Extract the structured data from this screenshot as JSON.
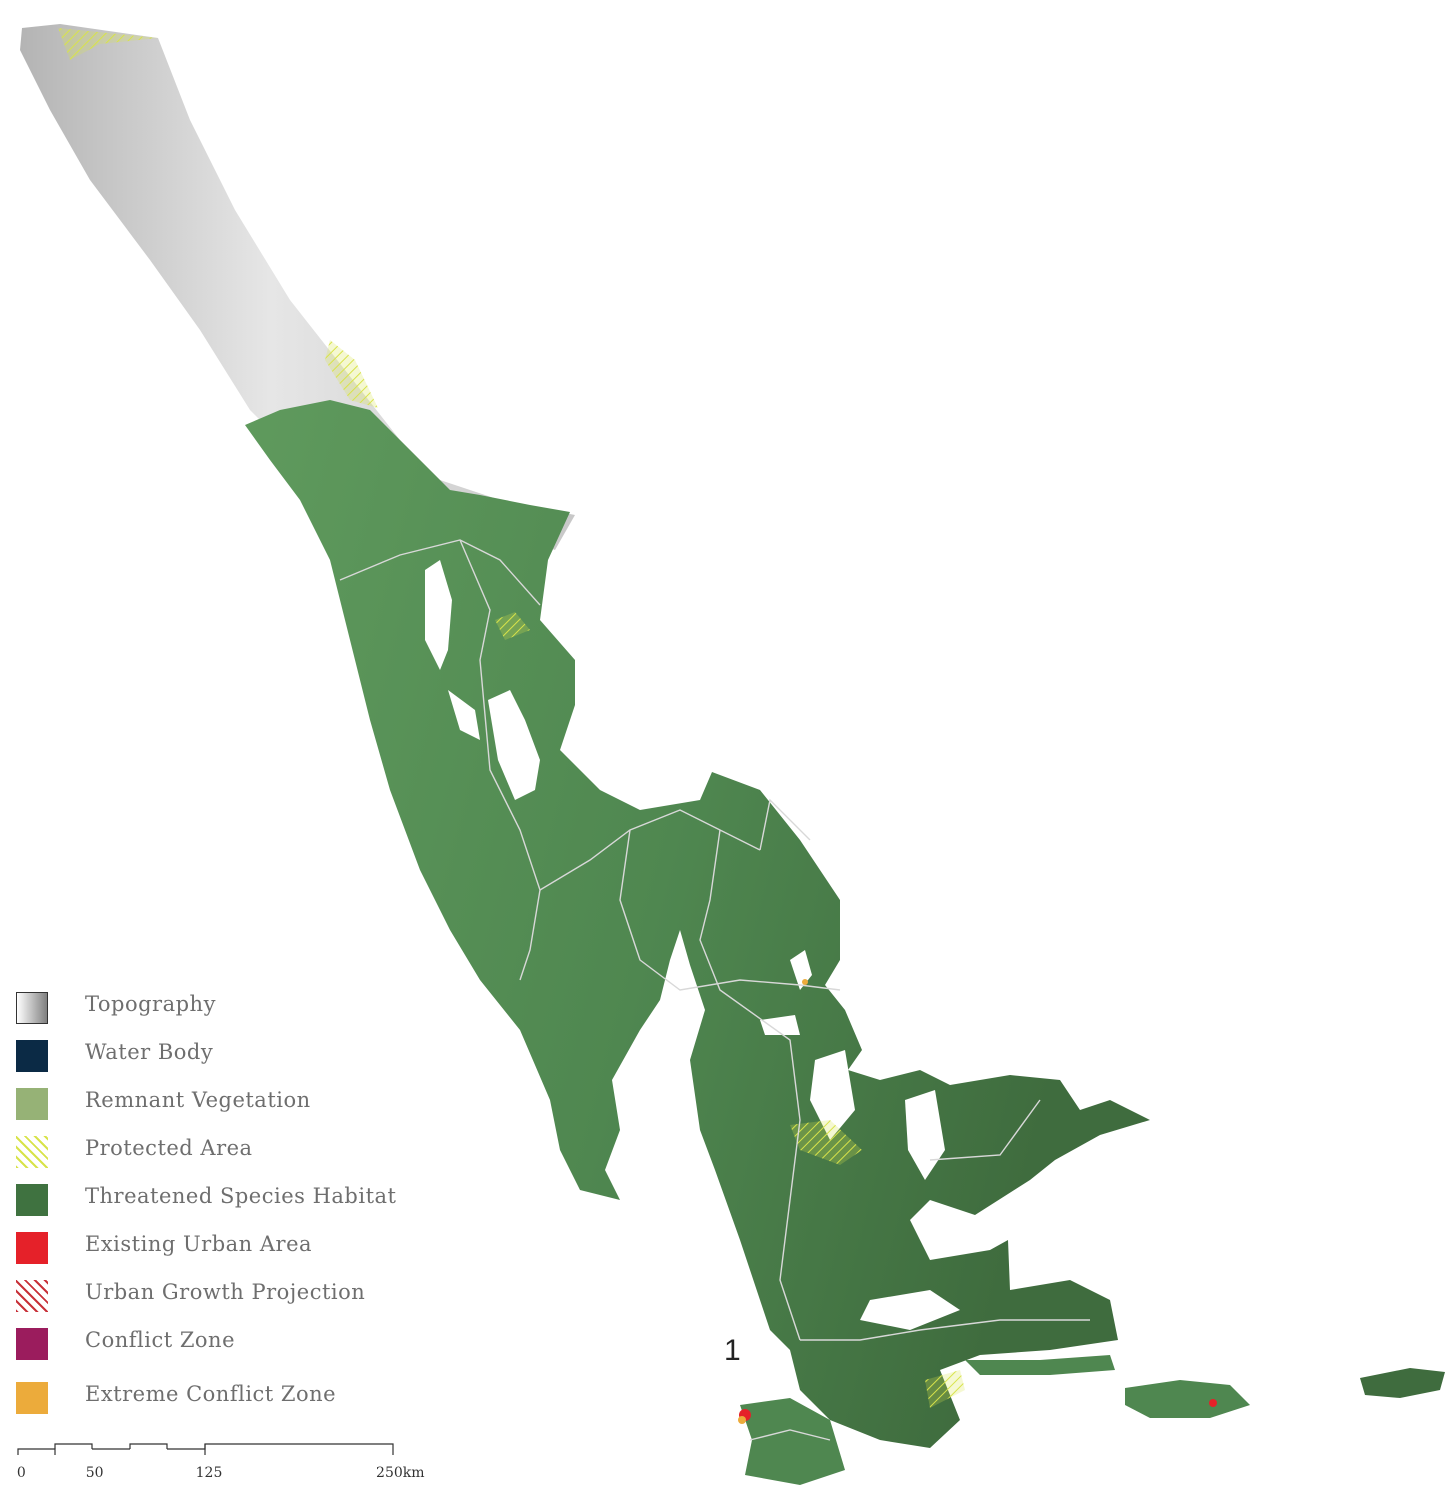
{
  "legend": {
    "items": [
      {
        "label": "Topography",
        "icon": "topography-gradient-icon",
        "color": "#9a9a9a"
      },
      {
        "label": "Water Body",
        "icon": "water-body-icon",
        "color": "#0b2a45"
      },
      {
        "label": "Remnant Vegetation",
        "icon": "remnant-vegetation-icon",
        "color": "#96b276"
      },
      {
        "label": "Protected Area",
        "icon": "protected-area-hatch-icon",
        "color": "#d8e34a"
      },
      {
        "label": "Threatened Species Habitat",
        "icon": "threatened-habitat-icon",
        "color": "#3f7240"
      },
      {
        "label": "Existing Urban Area",
        "icon": "urban-area-icon",
        "color": "#e52129"
      },
      {
        "label": "Urban Growth Projection",
        "icon": "urban-growth-hatch-icon",
        "color": "#c8323a"
      },
      {
        "label": "Conflict Zone",
        "icon": "conflict-zone-icon",
        "color": "#9b1c5d"
      },
      {
        "label": "Extreme Conflict Zone",
        "icon": "extreme-conflict-zone-icon",
        "color": "#ecab3b"
      }
    ]
  },
  "map": {
    "site_label": "1",
    "colors": {
      "habitat_dark": "#3f6c3e",
      "habitat_light": "#5f9a5d",
      "topography_light": "#f0f0f0",
      "topography_dark": "#a8a8a8",
      "road": "#d8d8d8"
    }
  },
  "scale": {
    "ticks": [
      "0",
      "50",
      "125",
      "250km"
    ]
  }
}
